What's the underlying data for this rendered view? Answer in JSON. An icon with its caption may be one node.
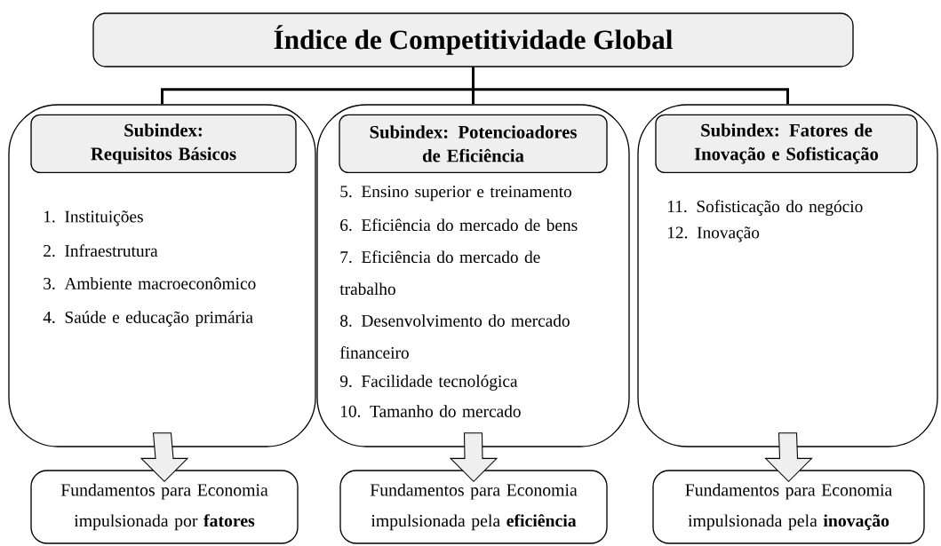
{
  "diagram": {
    "nodes": [
      {
        "text": [
          "Índice de Competitividade Global"
        ]
      },
      {
        "text": [
          "1. Instituições",
          "2. Infraestrutura",
          "3. Ambiente macroeconômico",
          "4. Saúde e educação primária"
        ]
      },
      {
        "text": [
          "Subindex: Requisitos Básicos"
        ],
        "in": 1
      },
      {
        "text": [
          "5. Ensino superior e treinamento",
          "6. Eficiência do mercado de bens",
          "7. Eficiência do mercado de trabalho",
          "8. Desenvolvimento do mercado financeiro",
          "9. Facilidade tecnológica",
          "10. Tamanho do mercado"
        ]
      },
      {
        "text": [
          "Subindex: Potencioadores de Eficiência"
        ],
        "in": 3
      },
      {
        "text": [
          "11. Sofisticação do negócio",
          "12. Inovação"
        ]
      },
      {
        "text": [
          "Subindex: Fatores de Inovação e Sofisticação"
        ],
        "in": 5
      },
      {
        "text": [
          "Fundamentos para Economia impulsionada por **fatores**"
        ]
      },
      {
        "text": [
          "Fundamentos para Economia impulsionada pela **eficiência**"
        ]
      },
      {
        "text": [
          "Fundamentos para Economia impulsionada pela **inovação**"
        ]
      }
    ],
    "edges": [
      {
        "from": 0,
        "to": 1,
        "arrow": "none"
      },
      {
        "from": 0,
        "to": 3,
        "arrow": "none"
      },
      {
        "from": 0,
        "to": 5,
        "arrow": "none"
      },
      {
        "from": 1,
        "to": 7,
        "arrow": "to"
      },
      {
        "from": 3,
        "to": 8,
        "arrow": "to"
      },
      {
        "from": 5,
        "to": 9,
        "arrow": "to"
      }
    ]
  }
}
